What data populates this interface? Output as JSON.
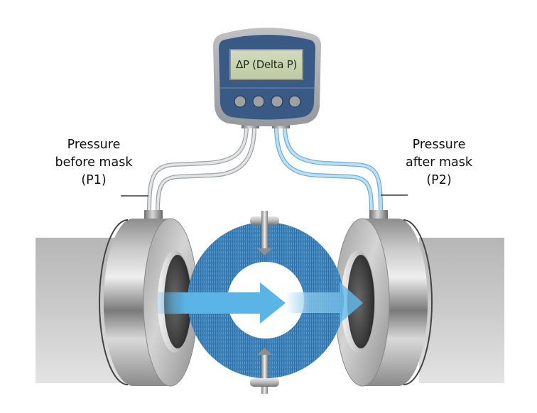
{
  "diagram": {
    "title": "Differential pressure measurement across a mask",
    "meter": {
      "display_text": "ΔP (Delta P)",
      "button_count": 4,
      "icon": "pressure-gauge-icon"
    },
    "labels": {
      "upstream": {
        "lines": [
          "Pressure",
          "before mask",
          "(P1)"
        ]
      },
      "downstream": {
        "lines": [
          "Pressure",
          "after mask",
          "(P2)"
        ]
      }
    },
    "flow": {
      "direction": "left-to-right",
      "icon": "flow-arrow-icon"
    },
    "colors": {
      "meter_body": "#3a5a86",
      "meter_frame": "#a7aaae",
      "lcd": "#c9d4b0",
      "mask": "#3f86bf",
      "flow_arrow": "#5ab4e6",
      "tube_upstream": "#d6d8da",
      "tube_downstream": "#9ccbe8",
      "pipe": "#c8c8c8",
      "text": "#111111"
    }
  }
}
